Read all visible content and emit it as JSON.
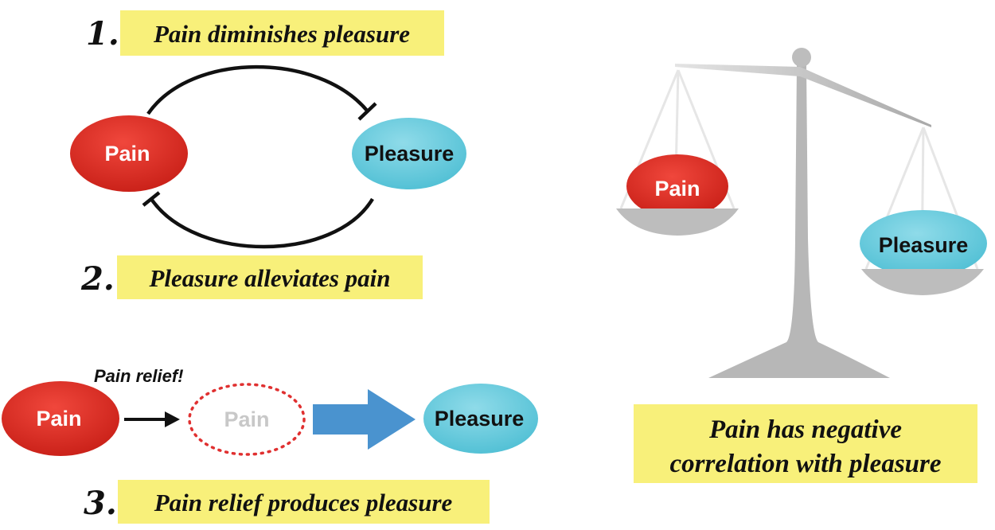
{
  "section1": {
    "number": "1.",
    "caption": "Pain diminishes pleasure"
  },
  "section2": {
    "number": "2.",
    "caption": "Pleasure alleviates pain"
  },
  "section3": {
    "number": "3.",
    "caption": "Pain relief produces pleasure"
  },
  "cycle": {
    "pain_label": "Pain",
    "pleasure_label": "Pleasure"
  },
  "relief": {
    "pain_label": "Pain",
    "note": "Pain relief!",
    "faded_pain_label": "Pain",
    "pleasure_label": "Pleasure"
  },
  "scale": {
    "pain_label": "Pain",
    "pleasure_label": "Pleasure"
  },
  "conclusion": {
    "line1": "Pain has negative",
    "line2": "correlation with pleasure"
  },
  "colors": {
    "pain": "#e8302a",
    "pleasure": "#6fcfe0",
    "caption_bg": "#f8f07a",
    "arrow_blue": "#4a93cf",
    "scale_gray": "#bdbdbd"
  }
}
